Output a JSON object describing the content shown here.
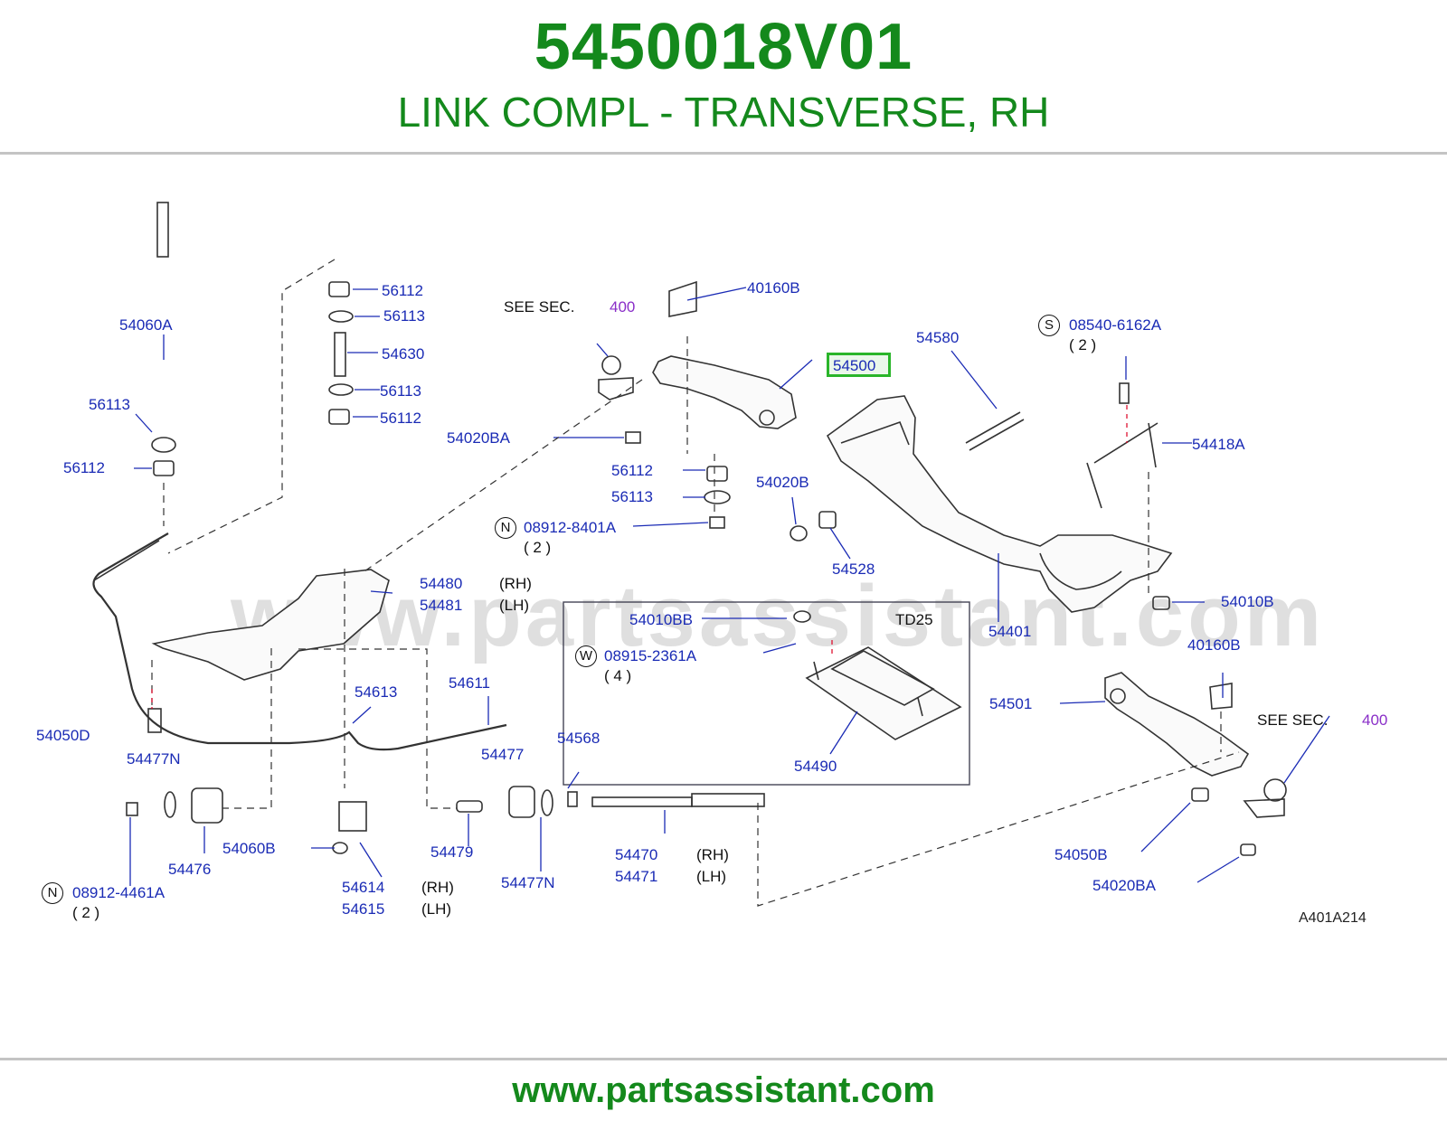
{
  "header": {
    "part_number": "5450018V01",
    "description": "LINK COMPL - TRANSVERSE, RH"
  },
  "diagram": {
    "watermark": "www.partsassistant.com",
    "see_sec": "SEE SEC.",
    "sec_400": "400",
    "td25": "TD25",
    "ref_code": "A401A214",
    "highlighted_part": "54500",
    "labels": {
      "p56112_a": "56112",
      "p56113_a": "56113",
      "p54630": "54630",
      "p56113_b": "56113",
      "p56112_b": "56112",
      "p54060a": "54060A",
      "p56113_c": "56113",
      "p56112_c": "56112",
      "p40160b_a": "40160B",
      "p54020ba_a": "54020BA",
      "p56112_d": "56112",
      "p56113_d": "56113",
      "p08912_8401a": "08912-8401A",
      "qty_2_a": "( 2 )",
      "p54580": "54580",
      "p08540_6162a": "08540-6162A",
      "qty_2_b": "( 2 )",
      "p54418a": "54418A",
      "p54020b": "54020B",
      "p54528": "54528",
      "p54010b": "54010B",
      "p54401": "54401",
      "p54480": "54480",
      "rh_a": "(RH)",
      "p54481": "54481",
      "lh_a": "(LH)",
      "p54010bb": "54010BB",
      "p08915_2361a": "08915-2361A",
      "qty_4": "( 4 )",
      "p54490": "54490",
      "p40160b_b": "40160B",
      "p54501": "54501",
      "p54613": "54613",
      "p54611": "54611",
      "p54050d": "54050D",
      "p54477n_a": "54477N",
      "p54476": "54476",
      "p54060b": "54060B",
      "p54614": "54614",
      "rh_b": "(RH)",
      "p54615": "54615",
      "lh_b": "(LH)",
      "p08912_4461a": "08912-4461A",
      "qty_2_c": "( 2 )",
      "p54477": "54477",
      "p54568": "54568",
      "p54479": "54479",
      "p54477n_b": "54477N",
      "p54470": "54470",
      "rh_c": "(RH)",
      "p54471": "54471",
      "lh_c": "(LH)",
      "p54050b": "54050B",
      "p54020ba_b": "54020BA"
    },
    "marks": {
      "s": "S",
      "n1": "N",
      "w": "W",
      "n2": "N"
    }
  },
  "footer": {
    "url": "www.partsassistant.com"
  },
  "colors": {
    "brand_green": "#14891c",
    "label_blue": "#1a2bb5",
    "section_purple": "#8a2fc8",
    "highlight_green": "#2ab52a"
  }
}
